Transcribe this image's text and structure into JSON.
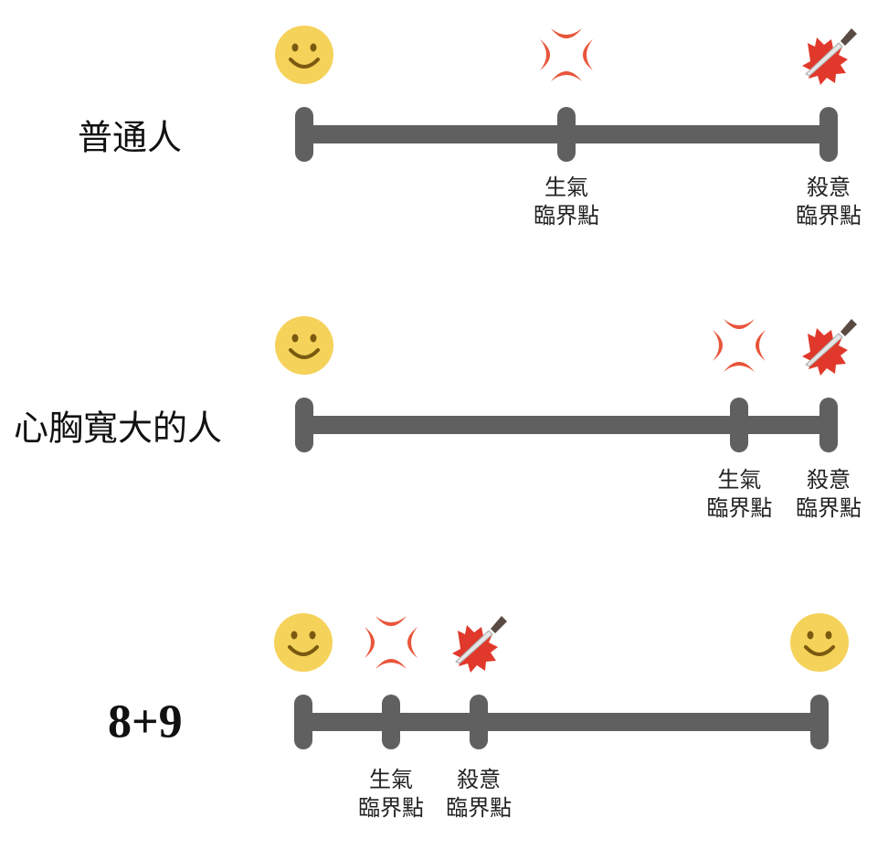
{
  "colors": {
    "bar": "#606060",
    "smiley": "#F5D25A",
    "anger": "#E8553A",
    "blood": "#E0392B"
  },
  "rows": [
    {
      "label": "普通人",
      "markers": [
        {
          "level": 0,
          "icon": "smiley-face-icon",
          "label": []
        },
        {
          "level": 0.5,
          "icon": "anger-symbol-icon",
          "label": [
            "生氣",
            "臨界點"
          ]
        },
        {
          "level": 1,
          "icon": "bloody-knife-icon",
          "label": [
            "殺意",
            "臨界點"
          ]
        }
      ]
    },
    {
      "label": "心胸寬大的人",
      "markers": [
        {
          "level": 0,
          "icon": "smiley-face-icon",
          "label": []
        },
        {
          "level": 0.83,
          "icon": "anger-symbol-icon",
          "label": [
            "生氣",
            "臨界點"
          ]
        },
        {
          "level": 1,
          "icon": "bloody-knife-icon",
          "label": [
            "殺意",
            "臨界點"
          ]
        }
      ]
    },
    {
      "label": "8+9",
      "markers": [
        {
          "level": 0,
          "icon": "smiley-face-icon",
          "label": []
        },
        {
          "level": 0.17,
          "icon": "anger-symbol-icon",
          "label": [
            "生氣",
            "臨界點"
          ]
        },
        {
          "level": 0.34,
          "icon": "bloody-knife-icon",
          "label": [
            "殺意",
            "臨界點"
          ]
        },
        {
          "level": 1,
          "icon": "smiley-face-icon",
          "label": []
        }
      ]
    }
  ]
}
